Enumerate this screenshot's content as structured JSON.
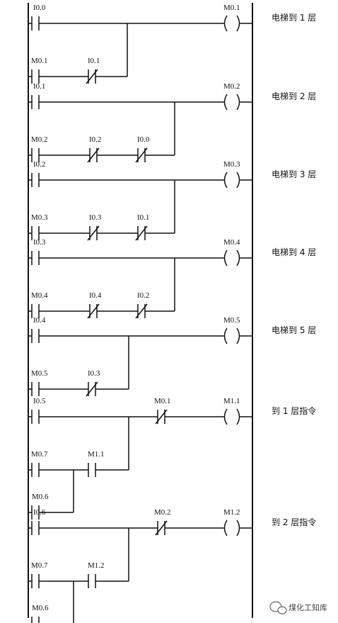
{
  "rungs": [
    {
      "comment": "电梯到 1 层",
      "main": {
        "label": "I0.0",
        "type": "no"
      },
      "coil": {
        "label": "M0.1"
      },
      "branches": [
        [
          {
            "label": "M0.1",
            "type": "no"
          },
          {
            "label": "I0.1",
            "type": "nc"
          }
        ]
      ]
    },
    {
      "comment": "电梯到 2 层",
      "main": {
        "label": "I0.1",
        "type": "no"
      },
      "coil": {
        "label": "M0.2"
      },
      "branches": [
        [
          {
            "label": "M0.2",
            "type": "no"
          },
          {
            "label": "I0.2",
            "type": "nc"
          },
          {
            "label": "I0.0",
            "type": "nc"
          }
        ]
      ]
    },
    {
      "comment": "电梯到 3 层",
      "main": {
        "label": "I0.2",
        "type": "no"
      },
      "coil": {
        "label": "M0.3"
      },
      "branches": [
        [
          {
            "label": "M0.3",
            "type": "no"
          },
          {
            "label": "I0.3",
            "type": "nc"
          },
          {
            "label": "I0.1",
            "type": "nc"
          }
        ]
      ]
    },
    {
      "comment": "电梯到 4 层",
      "main": {
        "label": "I0.3",
        "type": "no"
      },
      "coil": {
        "label": "M0.4"
      },
      "branches": [
        [
          {
            "label": "M0.4",
            "type": "no"
          },
          {
            "label": "I0.4",
            "type": "nc"
          },
          {
            "label": "I0.2",
            "type": "nc"
          }
        ]
      ]
    },
    {
      "comment": "电梯到 5 层",
      "main": {
        "label": "I0.4",
        "type": "no"
      },
      "coil": {
        "label": "M0.5"
      },
      "branches": [
        [
          {
            "label": "M0.5",
            "type": "no"
          },
          {
            "label": "I0.3",
            "type": "nc"
          }
        ]
      ]
    },
    {
      "comment": "到 1 层指令",
      "main": {
        "label": "I0.5",
        "type": "no"
      },
      "series": {
        "label": "M0.1",
        "type": "nc"
      },
      "coil": {
        "label": "M1.1"
      },
      "branches": [
        [
          {
            "label": "M0.7",
            "type": "no"
          },
          {
            "label": "M1.1",
            "type": "no"
          }
        ]
      ],
      "sub_branch": {
        "label": "M0.6",
        "type": "no"
      }
    },
    {
      "comment": "到 2 层指令",
      "main": {
        "label": "I0.6",
        "type": "no"
      },
      "series": {
        "label": "M0.2",
        "type": "nc"
      },
      "coil": {
        "label": "M1.2"
      },
      "branches": [
        [
          {
            "label": "M0.7",
            "type": "no"
          },
          {
            "label": "M1.2",
            "type": "no"
          }
        ]
      ],
      "sub_branch": {
        "label": "M0.6",
        "type": "no"
      }
    }
  ],
  "watermark": "煤化工知库",
  "watermark_icon": "wechat-bubble-icon"
}
